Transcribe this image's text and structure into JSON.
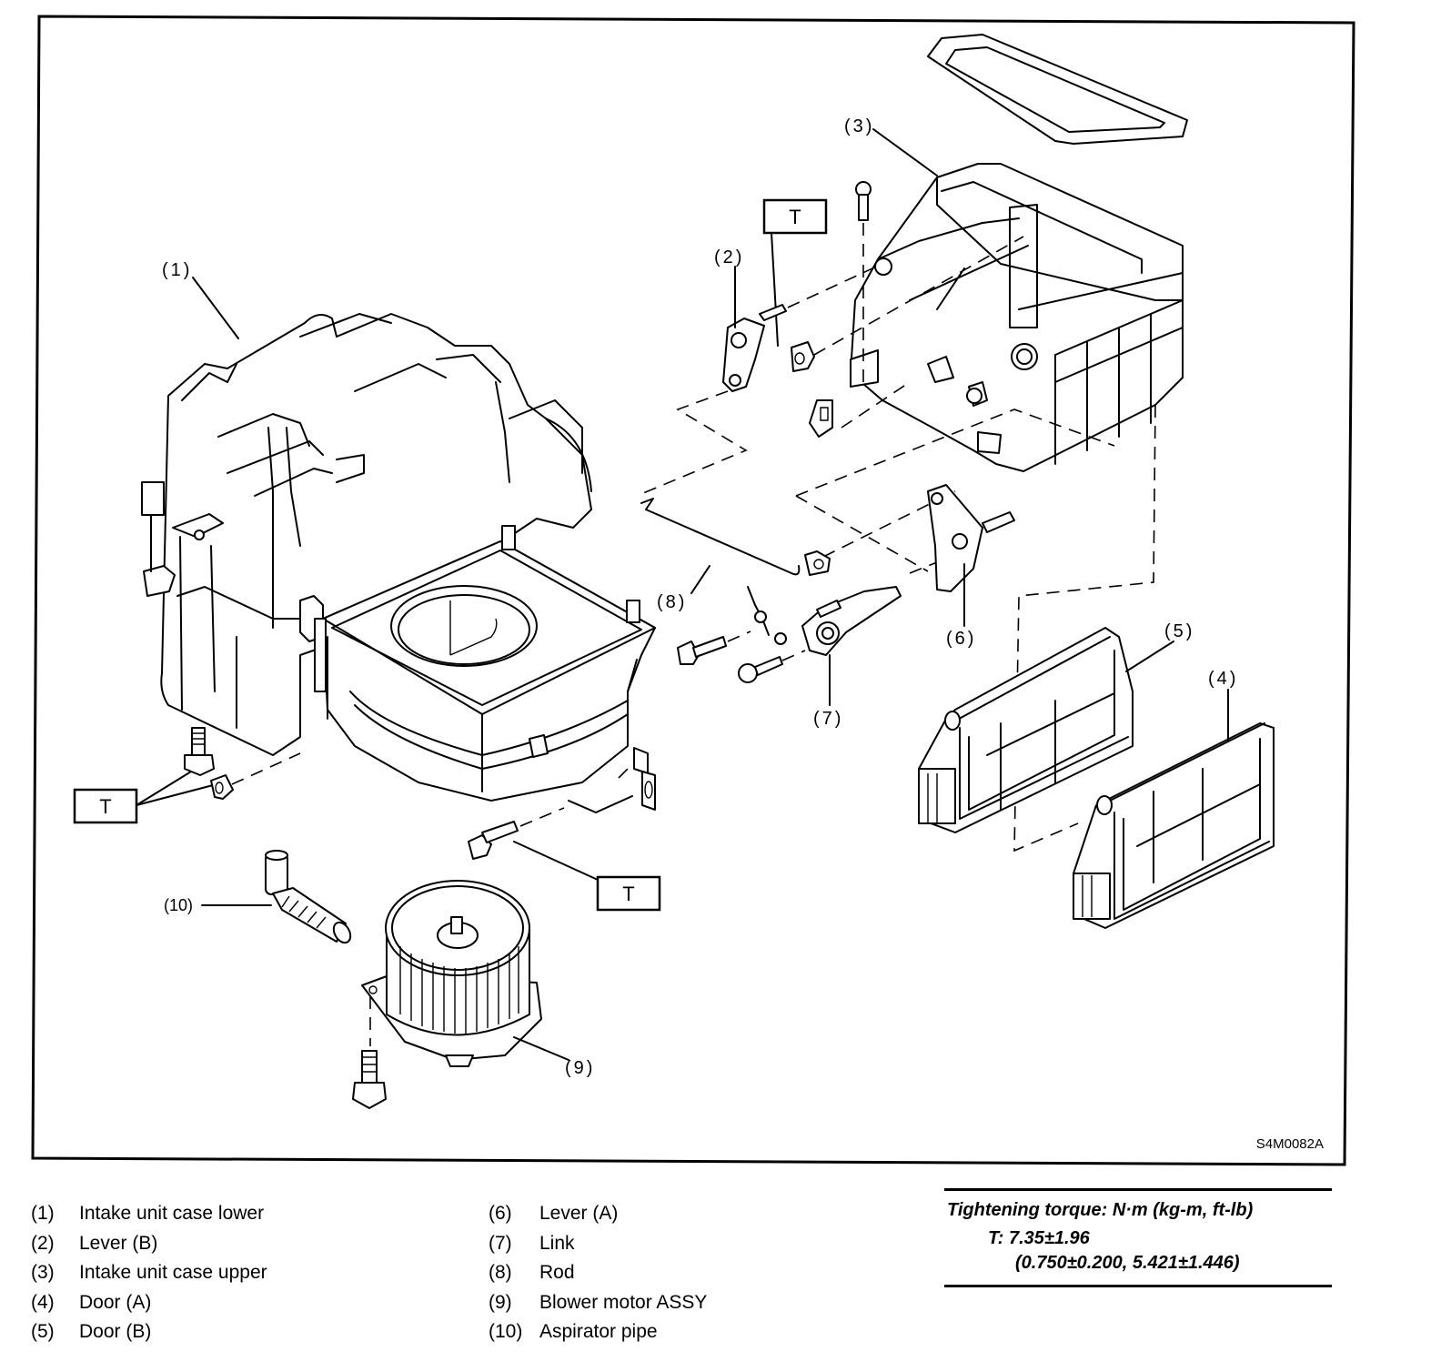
{
  "figure": {
    "figure_id": "S4M0082A",
    "callouts": {
      "c1": "(1)",
      "c2": "(2)",
      "c3": "(3)",
      "c4": "(4)",
      "c5": "(5)",
      "c6": "(6)",
      "c7": "(7)",
      "c8": "(8)",
      "c9": "(9)",
      "c10": "(10)"
    },
    "torque_marker": "T"
  },
  "legend": {
    "left": [
      {
        "num": "(1)",
        "name": "Intake unit case lower"
      },
      {
        "num": "(2)",
        "name": "Lever (B)"
      },
      {
        "num": "(3)",
        "name": "Intake unit case upper"
      },
      {
        "num": "(4)",
        "name": "Door (A)"
      },
      {
        "num": "(5)",
        "name": "Door (B)"
      }
    ],
    "right": [
      {
        "num": "(6)",
        "name": "Lever (A)"
      },
      {
        "num": "(7)",
        "name": "Link"
      },
      {
        "num": "(8)",
        "name": "Rod"
      },
      {
        "num": "(9)",
        "name": "Blower motor ASSY"
      },
      {
        "num": "(10)",
        "name": "Aspirator pipe"
      }
    ]
  },
  "torque": {
    "title": "Tightening torque: N·m (kg-m, ft-lb)",
    "value": "T: 7.35±1.96",
    "conversion": "(0.750±0.200, 5.421±1.446)"
  }
}
